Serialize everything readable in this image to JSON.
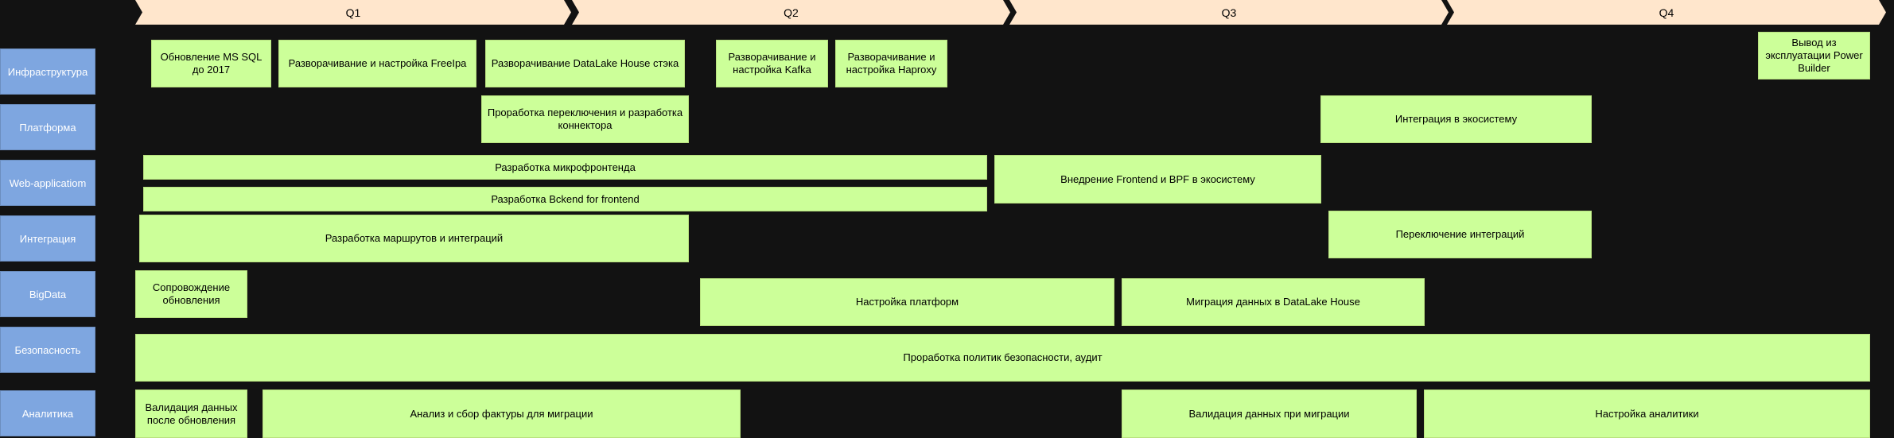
{
  "quarters": [
    "Q1",
    "Q2",
    "Q3",
    "Q4"
  ],
  "lanes": [
    "Инфраструктура",
    "Платформа",
    "Web-applicatiom",
    "Интеграция",
    "BigData",
    "Безопасность",
    "Аналитика"
  ],
  "tasks": {
    "infra_mssql": "Обновление MS SQL до 2017",
    "infra_freeipa": "Разворачивание и настройка FreeIpa",
    "infra_datalake": "Разворачивание DataLake House стэка",
    "infra_kafka": "Разворачивание и настройка Kafka",
    "infra_haproxy": "Разворачивание и настройка Haproxy",
    "infra_powerbuilder": "Вывод из эксплуатации Power Builder",
    "platform_connector": "Проработка переключения и разработка коннектора",
    "platform_ecosystem": "Интеграция в экосистему",
    "web_microfrontend": "Разработка микрофронтенда",
    "web_backend": "Разработка Bckend for frontend",
    "web_bpf": "Внедрение Frontend и BPF в экосистему",
    "integ_routes": "Разработка маршрутов и интеграций",
    "integ_switch": "Переключение интеграций",
    "bigdata_support": "Сопровождение обновления",
    "bigdata_platform": "Настройка платформ",
    "bigdata_migration": "Миграция данных в DataLake House",
    "security_audit": "Проработка политик безопасности, аудит",
    "analytics_validation": "Валидация данных после обновления",
    "analytics_facts": "Анализ и сбор фактуры для миграции",
    "analytics_migration_validation": "Валидация данных при миграции",
    "analytics_setup": "Настройка аналитики"
  }
}
